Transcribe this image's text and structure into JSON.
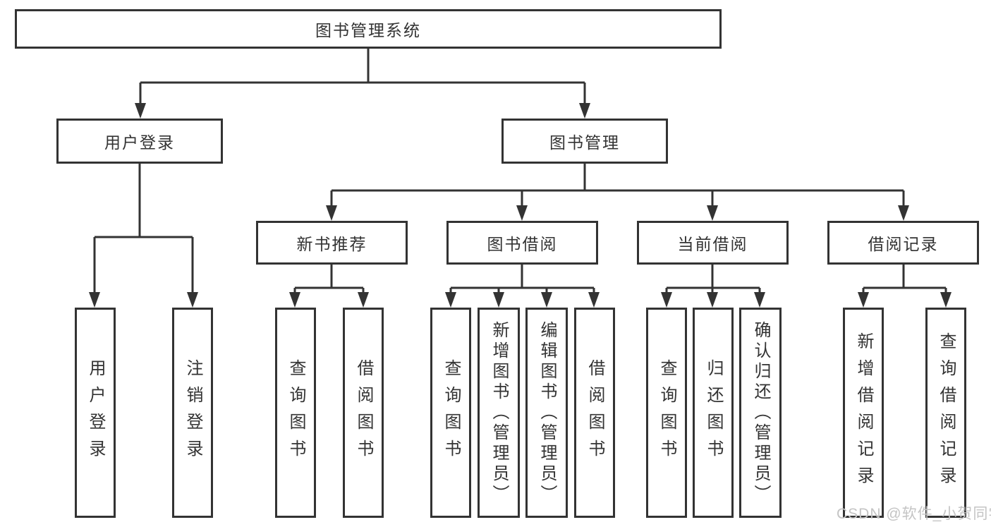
{
  "diagram": {
    "root": {
      "label": "图书管理系统"
    },
    "branches": [
      {
        "label": "用户登录",
        "children": [
          {
            "label": "用户登录"
          },
          {
            "label": "注销登录"
          }
        ]
      },
      {
        "label": "图书管理",
        "children": [
          {
            "label": "新书推荐",
            "children": [
              {
                "label": "查询图书"
              },
              {
                "label": "借阅图书"
              }
            ]
          },
          {
            "label": "图书借阅",
            "children": [
              {
                "label": "查询图书"
              },
              {
                "label": "新增图书（管理员）"
              },
              {
                "label": "编辑图书（管理员）"
              },
              {
                "label": "借阅图书"
              }
            ]
          },
          {
            "label": "当前借阅",
            "children": [
              {
                "label": "查询图书"
              },
              {
                "label": "归还图书"
              },
              {
                "label": "确认归还（管理员）"
              }
            ]
          },
          {
            "label": "借阅记录",
            "children": [
              {
                "label": "新增借阅记录"
              },
              {
                "label": "查询借阅记录"
              }
            ]
          }
        ]
      }
    ]
  },
  "watermark": {
    "text": "CSDN @软件_小贺同学"
  },
  "colors": {
    "line": "#333333",
    "box_bg": "#ffffff",
    "text": "#333333",
    "watermark": "#c4c4c4"
  }
}
